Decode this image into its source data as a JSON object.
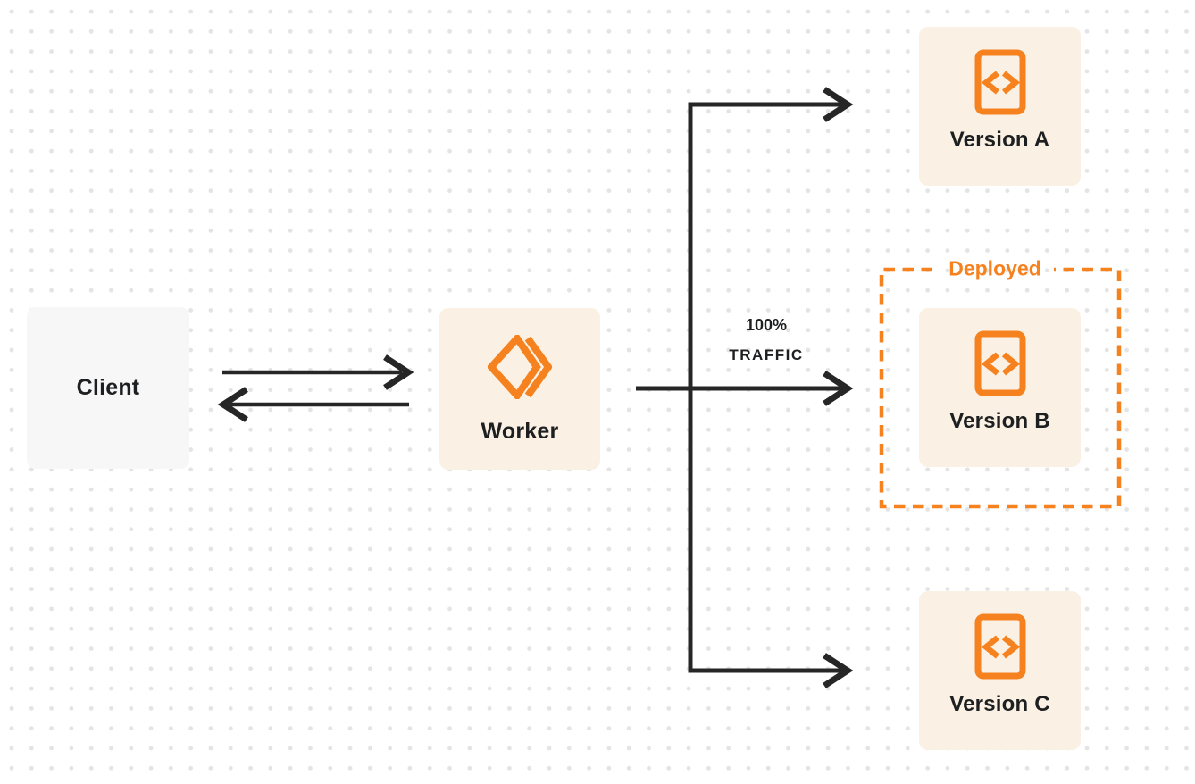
{
  "background": {
    "page_color": "#FFFFFF",
    "dot_color": "#E4E4E4"
  },
  "colors": {
    "accent_orange": "#F6821F",
    "node_cream": "#FAF1E4",
    "client_gray": "#F7F7F8",
    "connector_dark": "#262626",
    "text_dark": "#1D1F20"
  },
  "client": {
    "label": "Client"
  },
  "worker": {
    "label": "Worker",
    "icon": "cloudflare-workers-logo-icon"
  },
  "traffic": {
    "line1": "100%",
    "line2": "TRAFFIC"
  },
  "deployed": {
    "label": "Deployed"
  },
  "versions": [
    {
      "label": "Version A",
      "icon": "code-file-icon"
    },
    {
      "label": "Version B",
      "icon": "code-file-icon",
      "status": "Deployed"
    },
    {
      "label": "Version C",
      "icon": "code-file-icon"
    }
  ]
}
